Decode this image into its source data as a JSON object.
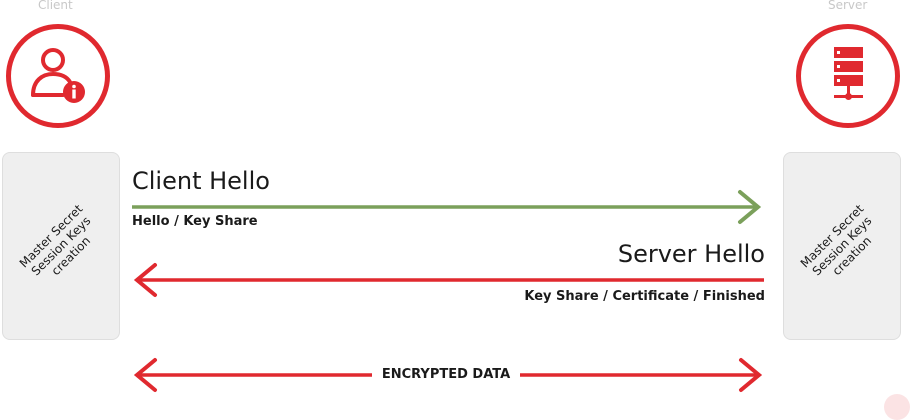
{
  "client": {
    "label": "Client",
    "box_lines": [
      "Master Secret",
      "Session Keys",
      "creation"
    ]
  },
  "server": {
    "label": "Server",
    "box_lines": [
      "Master Secret",
      "Session Keys",
      "creation"
    ]
  },
  "messages": {
    "client_hello": {
      "title": "Client Hello",
      "subtitle": "Hello / Key Share"
    },
    "server_hello": {
      "title": "Server Hello",
      "subtitle": "Key Share / Certificate / Finished"
    },
    "encrypted": {
      "label": "ENCRYPTED DATA"
    }
  },
  "colors": {
    "accent_red": "#e0292f",
    "client_arrow_green": "#7ba05b",
    "box_fill": "#efefef",
    "endpoint_label_gray": "#c8c8c8"
  },
  "icons": {
    "client": "user-info-icon",
    "server": "server-stack-icon"
  }
}
